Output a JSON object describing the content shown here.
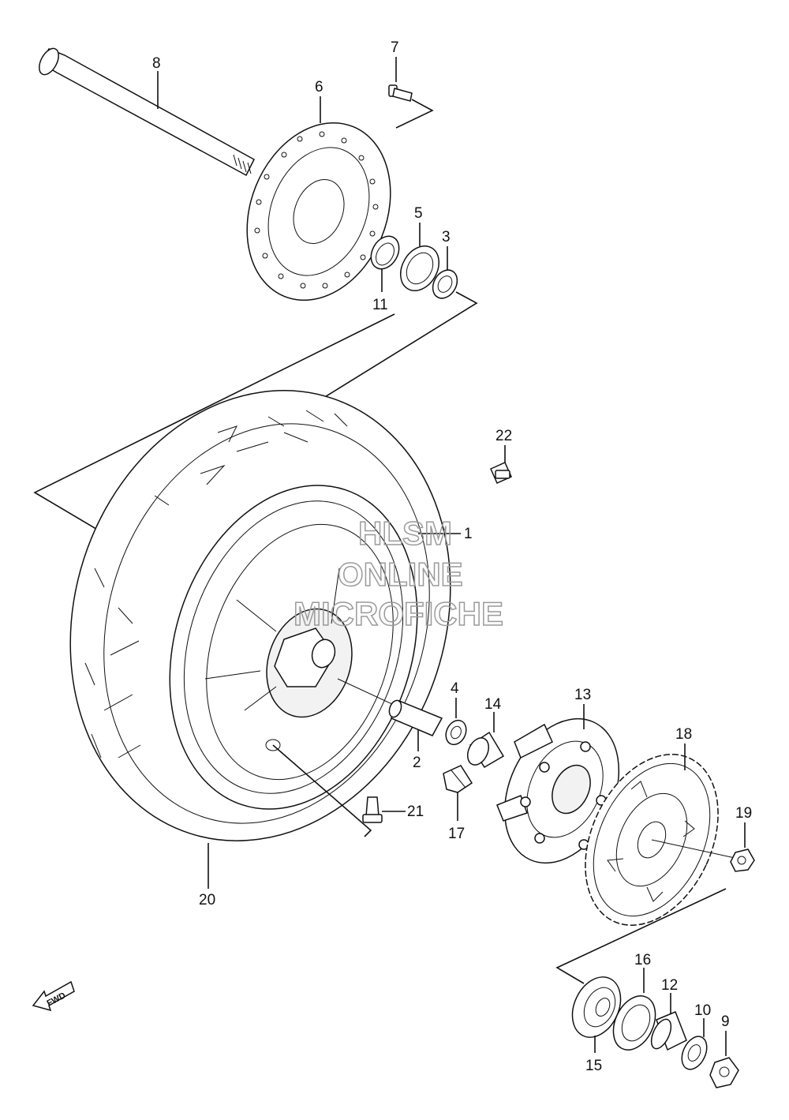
{
  "labels": {
    "p1": "1",
    "p2": "2",
    "p3": "3",
    "p4": "4",
    "p5": "5",
    "p6": "6",
    "p7": "7",
    "p8": "8",
    "p9": "9",
    "p10": "10",
    "p11": "11",
    "p12": "12",
    "p13": "13",
    "p14": "14",
    "p15": "15",
    "p16": "16",
    "p17": "17",
    "p18": "18",
    "p19": "19",
    "p20": "20",
    "p21": "21",
    "p22": "22"
  },
  "watermark": {
    "line1": "HLSM",
    "line2": "ONLINE",
    "line3": "MICROFICHE"
  },
  "fwd": "FWD",
  "colors": {
    "ink": "#111111",
    "watermark": "#9a9a9a",
    "background": "#ffffff"
  }
}
